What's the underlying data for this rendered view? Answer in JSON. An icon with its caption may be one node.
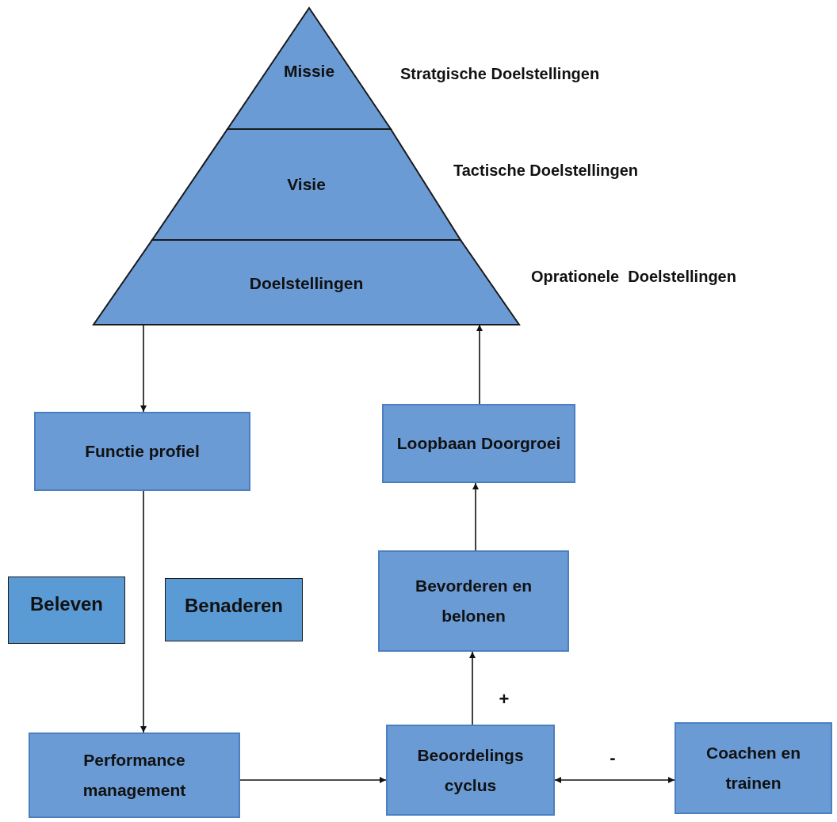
{
  "diagram": {
    "nodes": [
      {
        "text": [
          "Missie"
        ],
        "beside": [
          "Stratgische Doelstellingen"
        ]
      },
      {
        "text": [
          "Visie"
        ],
        "beside": [
          "Tactische Doelstellingen"
        ]
      },
      {
        "text": [
          "Doelstellingen"
        ],
        "beside": [
          "Oprationele  Doelstellingen"
        ]
      },
      {
        "text": [
          "Functie profiel"
        ]
      },
      {
        "text": [
          "Loopbaan Doorgroei"
        ]
      },
      {
        "text": [
          "Beleven"
        ]
      },
      {
        "text": [
          "Benaderen"
        ]
      },
      {
        "text": [
          "Bevorderen en belonen"
        ]
      },
      {
        "text": [
          "Performance management"
        ]
      },
      {
        "text": [
          "Beoordelings cyclus"
        ]
      },
      {
        "text": [
          "Coachen en trainen"
        ]
      }
    ],
    "edges": [
      {
        "from": 2,
        "to": 3,
        "arrow": "to"
      },
      {
        "from": 4,
        "to": 2,
        "arrow": "to"
      },
      {
        "from": 3,
        "to": 8,
        "arrow": "to"
      },
      {
        "from": 7,
        "to": 4,
        "arrow": "to"
      },
      {
        "from": 9,
        "to": 7,
        "arrow": "to",
        "label": "+"
      },
      {
        "from": 8,
        "to": 9,
        "arrow": "to"
      },
      {
        "from": 9,
        "to": 10,
        "arrow": "both",
        "label": "-"
      }
    ]
  }
}
